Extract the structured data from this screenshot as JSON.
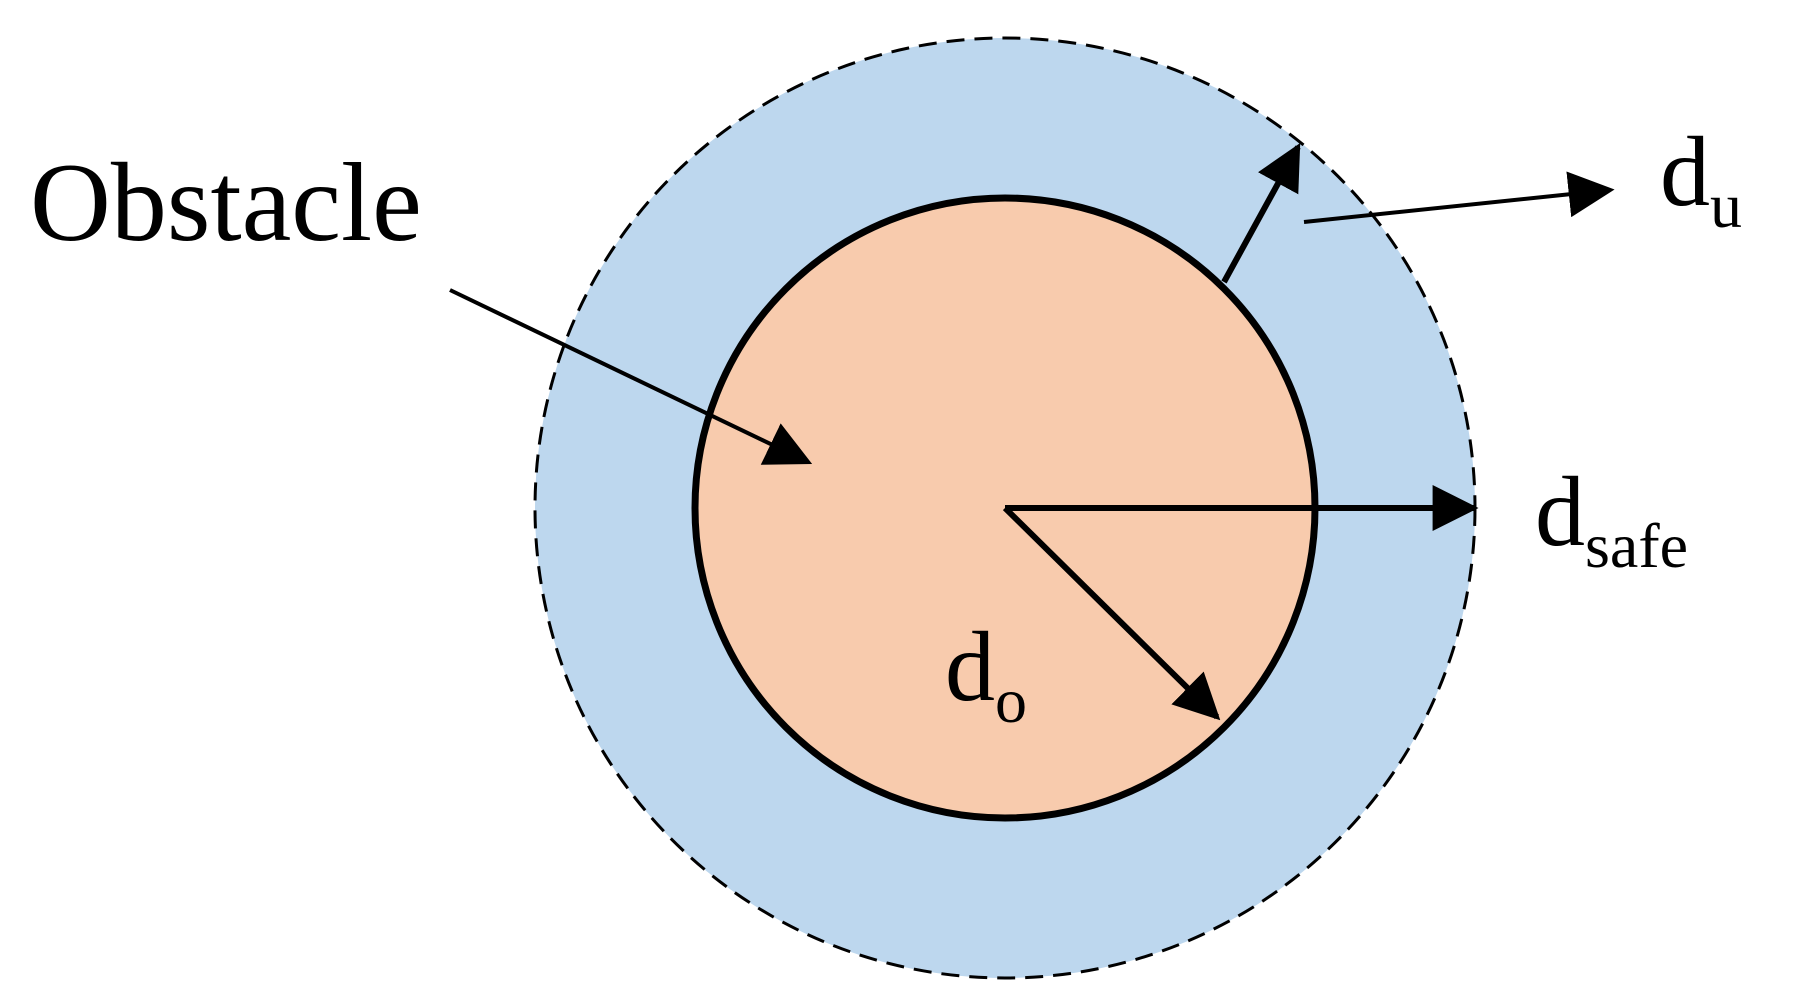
{
  "labels": {
    "obstacle": "Obstacle",
    "du_main": "d",
    "du_sub": "u",
    "dsafe_main": "d",
    "dsafe_sub": "safe",
    "do_main": "d",
    "do_sub": "o"
  },
  "colors": {
    "safety_zone": "#BDD7EE",
    "obstacle": "#F8CBAD",
    "stroke": "#000000",
    "background": "#FFFFFF"
  }
}
